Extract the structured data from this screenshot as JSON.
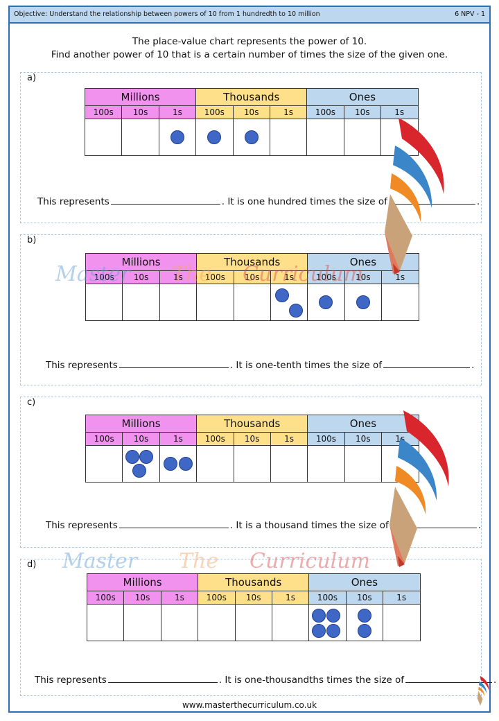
{
  "header": {
    "objective": "Objective: Understand the relationship between powers of 10 from 1 hundredth to 10 million",
    "code": "6 NPV - 1"
  },
  "instructions": {
    "line1": "The place-value chart represents the power of 10.",
    "line2": "Find another power of 10 that is a certain number of times the size of the given one."
  },
  "chart_headers": {
    "groups": [
      "Millions",
      "Thousands",
      "Ones"
    ],
    "columns": [
      "100s",
      "10s",
      "1s",
      "100s",
      "10s",
      "1s",
      "100s",
      "10s",
      "1s"
    ]
  },
  "questions": [
    {
      "label": "a)",
      "sentence_start": "This represents",
      "sentence_mid": ". It is one hundred times the size of",
      "counters": [
        0,
        0,
        1,
        1,
        1,
        0,
        0,
        0,
        0
      ]
    },
    {
      "label": "b)",
      "sentence_start": "This represents",
      "sentence_mid": ". It is one-tenth times the size of",
      "counters": [
        0,
        0,
        0,
        0,
        0,
        2,
        1,
        1,
        0
      ]
    },
    {
      "label": "c)",
      "sentence_start": "This represents",
      "sentence_mid": ". It is a thousand times the size of",
      "counters": [
        0,
        3,
        2,
        0,
        0,
        0,
        0,
        0,
        0
      ]
    },
    {
      "label": "d)",
      "sentence_start": "This represents",
      "sentence_mid": ". It is one-thousandths times the size of",
      "counters": [
        0,
        0,
        0,
        0,
        0,
        0,
        4,
        2,
        0
      ]
    }
  ],
  "watermark": {
    "word1": "Master",
    "word2": "The",
    "word3": "Curriculum"
  },
  "footer": {
    "url": "www.masterthecurriculum.co.uk"
  },
  "colors": {
    "millions": "#f193ee",
    "thousands": "#ffe08a",
    "ones": "#bdd7ee",
    "counter": "#3f67c6",
    "frame": "#2f6db5"
  }
}
